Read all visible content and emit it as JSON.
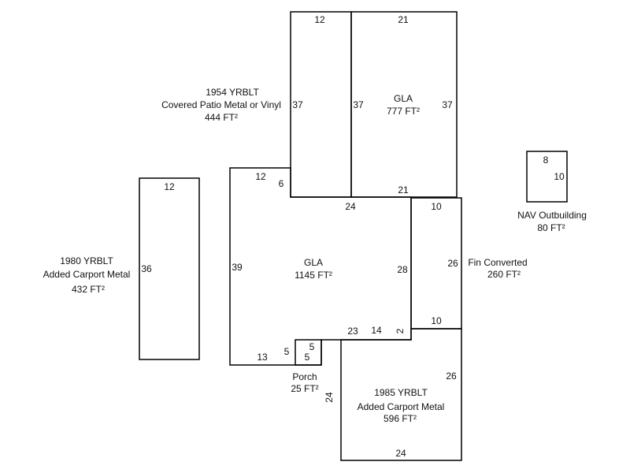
{
  "areas": {
    "patio": {
      "year": "1954 YRBLT",
      "label": "Covered Patio Metal or Vinyl",
      "area": "444 FT²",
      "dims": {
        "top": "12",
        "left": "37"
      }
    },
    "gla_upper": {
      "label": "GLA",
      "area": "777 FT²",
      "dims": {
        "top": "21",
        "left": "37",
        "right": "37",
        "bottom": "21"
      }
    },
    "gla_main": {
      "label": "GLA",
      "area": "1145 FT²",
      "dims": {
        "top": "12",
        "step": "6",
        "mid": "24",
        "left": "39",
        "right": "28",
        "bottom": "13",
        "porch_side": "5",
        "lower_a": "23",
        "lower_b": "14",
        "lower_c": "2"
      }
    },
    "carport_1980": {
      "year": "1980 YRBLT",
      "label": "Added Carport Metal",
      "area": "432 FT²",
      "dims": {
        "top": "12",
        "left": "36"
      }
    },
    "fin_converted": {
      "label": "Fin Converted",
      "area": "260 FT²",
      "dims": {
        "top": "10",
        "right": "26",
        "bottom": "10"
      }
    },
    "porch": {
      "label": "Porch",
      "area": "25 FT²",
      "dims": {
        "top": "5",
        "left": "5"
      }
    },
    "carport_1985": {
      "year": "1985 YRBLT",
      "label": "Added Carport Metal",
      "area": "596 FT²",
      "dims": {
        "left": "24",
        "right": "26",
        "bottom": "24"
      }
    },
    "outbuilding": {
      "label": "NAV Outbuilding",
      "area": "80 FT²",
      "dims": {
        "top": "8",
        "right": "10"
      }
    }
  }
}
